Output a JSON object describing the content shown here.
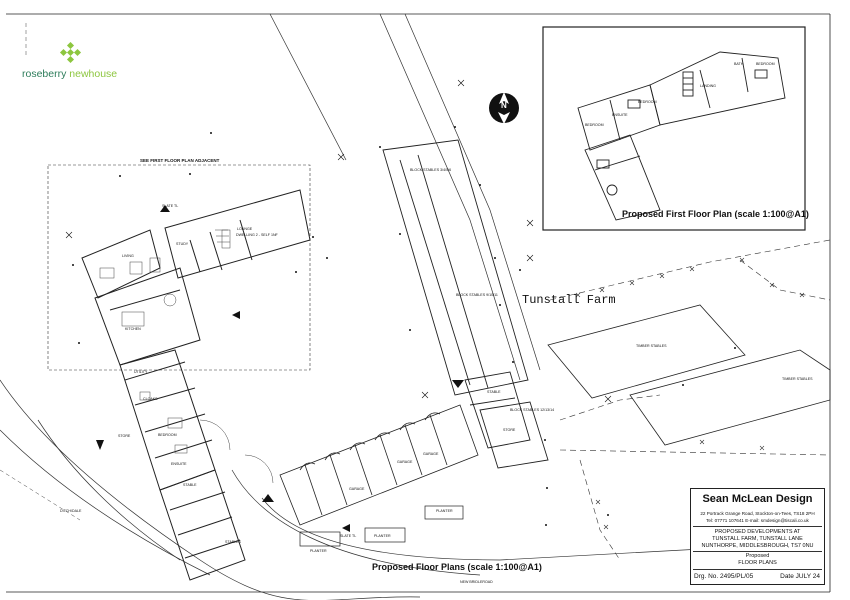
{
  "logo": {
    "word_1": "roseberry",
    "word_2": "newhouse",
    "mark_color": "#8dc63f",
    "text_color": "#2e7d5b"
  },
  "plan": {
    "farm_name": "Tunstall Farm",
    "north_label": "N",
    "ground_floor_title": "Proposed Floor Plans (scale 1:100@A1)",
    "first_floor_title": "Proposed First Floor Plan (scale 1:100@A1)",
    "see_first_floor_note": "SEE FIRST FLOOR PLAN ADJACENT",
    "building_labels": {
      "block_stables_top": "BLOCK STABLES 3/4/5/6",
      "block_stables_mid": "BLOCK STABLES 9/10/11",
      "block_stables_low": "BLOCK STABLES 12/13/14",
      "timber_stables_1": "TIMBER STABLES",
      "timber_stables_2": "TIMBER STABLES",
      "garage_1": "GARAGE",
      "garage_2": "GARAGE",
      "garage_3": "GARAGE",
      "stable": "STABLE",
      "store": "STORE",
      "store_2": "STORE",
      "stable_2": "STABLE",
      "dwelling": "DWELLING 2 - SELF 1NF",
      "lounge": "LOUNGE",
      "study": "STUDY",
      "living": "LIVING",
      "kitchen": "KITCHEN",
      "utility": "UTILITY",
      "cloaks": "CLOAKS",
      "bedroom": "BEDROOM",
      "ensuite": "ENSUITE",
      "stable_blocks": "STABLES",
      "planter_1": "PLANTER",
      "planter_2": "PLANTER",
      "planter_3": "PLANTER",
      "ditch": "DITCH/DALE",
      "new_bridle": "NEW BRIDLEROAD",
      "slate_1": "SLATE TL",
      "slate_2": "SLATE TL",
      "ff_bedroom_1": "BEDROOM",
      "ff_bedroom_2": "BEDROOM",
      "ff_bedroom_3": "BEDROOM",
      "ff_ensuite": "ENSUITE",
      "ff_bath": "BATH",
      "ff_landing": "LANDING"
    }
  },
  "title_block": {
    "firm": "Sean McLean Design",
    "address": "22 Portrack Grange Road, Stockton-on-Tees, TS18 2PH",
    "contact": "Tel: 07771 107641  E-mail: smdesign@tiscali.co.uk",
    "project_1": "PROPOSED DEVELOPMENTS AT",
    "project_2": "TUNSTALL FARM, TUNSTALL LANE",
    "project_3": "NUNTHORPE, MIDDLESBROUGH, TS7 0NU",
    "drawing_1": "Proposed",
    "drawing_2": "FLOOR PLANS",
    "drg_no": "Drg. No. 2495/PL/05",
    "date": "Date JULY 24"
  }
}
